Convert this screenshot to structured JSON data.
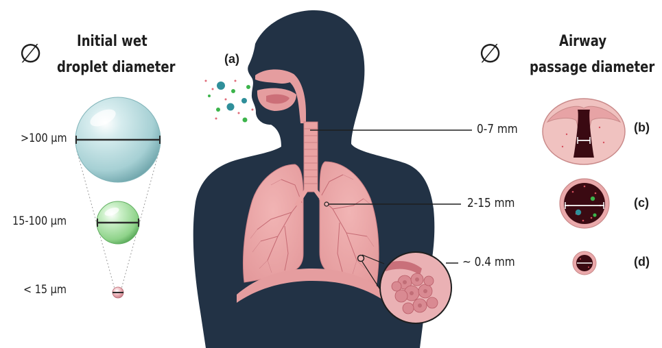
{
  "left_panel": {
    "title_line1": "Initial wet",
    "title_line2": "droplet diameter",
    "diameter_symbol": "∅",
    "sizes": [
      ">100 µm",
      "15-100 µm",
      "< 15 µm"
    ]
  },
  "center": {
    "label_a": "(a)"
  },
  "right_panel": {
    "title_line1": "Airway",
    "title_line2": "passage diameter",
    "diameter_symbol": "∅",
    "airways": [
      {
        "diameter": "0-7 mm",
        "tag": "(b)"
      },
      {
        "diameter": "2-15 mm",
        "tag": "(c)"
      },
      {
        "diameter": "~ 0.4 mm",
        "tag": "(d)"
      }
    ]
  },
  "colors": {
    "silhouette": "#223245",
    "tissue": "#e8a0a0",
    "tissue_dark": "#c0606a",
    "airway_lumen": "#3a0a12",
    "large_droplet": "#a9d3d6",
    "medium_droplet": "#9ad99a",
    "small_droplet": "#e3a3aa",
    "particle_teal": "#2f8f9a",
    "particle_green": "#3cb44b"
  }
}
